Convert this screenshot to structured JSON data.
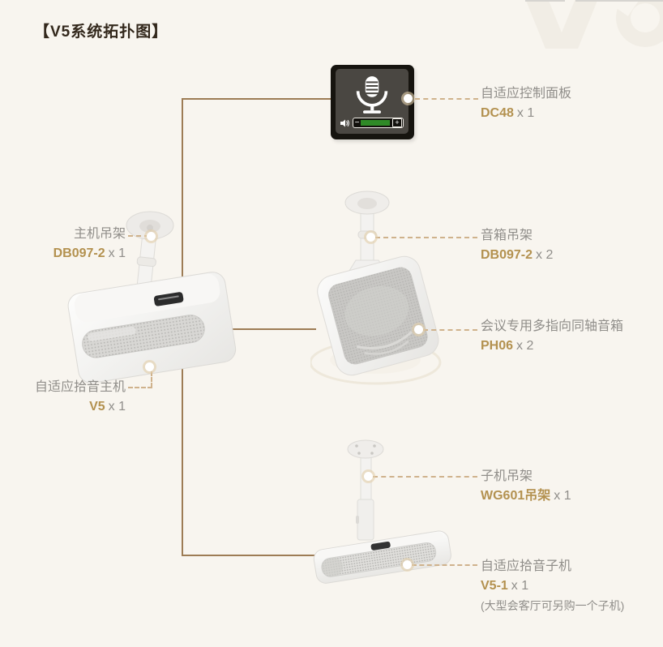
{
  "title": "【V5系统拓扑图】",
  "colors": {
    "background": "#f8f5ef",
    "accent_gold": "#b3914f",
    "label_gray": "#908e8a",
    "solid_line": "#9d7c55",
    "dashed_line": "#cfb28c",
    "panel_green": "#2f8a27",
    "panel_body": "#4a4742"
  },
  "panel_device": {
    "minus_glyph": "−",
    "plus_glyph": "+"
  },
  "callouts": {
    "panel": {
      "label": "自适应控制面板",
      "model": "DC48",
      "qty": "x 1"
    },
    "main_hanger": {
      "label": "主机吊架",
      "model": "DB097-2",
      "qty": "x 1"
    },
    "speaker_hanger": {
      "label": "音箱吊架",
      "model": "DB097-2",
      "qty": "x 2"
    },
    "speaker": {
      "label": "会议专用多指向同轴音箱",
      "model": "PH06",
      "qty": "x 2"
    },
    "main_unit": {
      "label": "自适应拾音主机",
      "model": "V5",
      "qty": "x 1"
    },
    "sub_hanger": {
      "label": "子机吊架",
      "model": "WG601吊架",
      "qty": "x 1"
    },
    "sub_unit": {
      "label": "自适应拾音子机",
      "model": "V5-1",
      "qty": "x 1",
      "note": "(大型会客厅可另购一个子机)"
    }
  }
}
